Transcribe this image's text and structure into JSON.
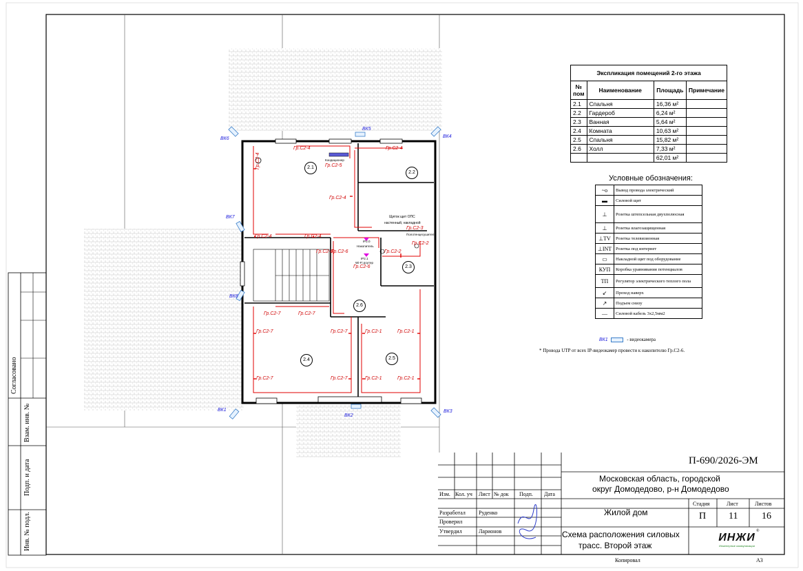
{
  "drawing": {
    "labels": {
      "groups": {
        "g24a": "Гр.С2-4",
        "g24b": "Гр.С2-4",
        "g24c": "Гр.С2-4",
        "g24d": "Гр.С2-4",
        "g24e": "Гр.С2-4",
        "g24f": "Гр.С2-4",
        "g24g": "Гр.С2-4",
        "g25": "Гр.С2-5",
        "g26a": "Гр.С2-6",
        "g26b": "Гр.С2-6",
        "g26c": "Гр.С2-6",
        "g23": "Гр.С2-3",
        "g22a": "Гр.С2-2",
        "g22b": "Гр.С2-2",
        "g27a": "Гр.С2-7",
        "g27b": "Гр.С2-7",
        "g27c": "Гр.С2-7",
        "g27d": "Гр.С2-7",
        "g27e": "Гр.С2-7",
        "g27f": "Гр.С2-7",
        "g21a": "Гр.С2-1",
        "g21b": "Гр.С2-1",
        "g21c": "Гр.С2-1",
        "g21d": "Гр.С2-1"
      },
      "cameras": {
        "bk1": "ВК1",
        "bk2": "ВК2",
        "bk3": "ВК3",
        "bk4": "ВК4",
        "bk5": "ВК5",
        "bk6": "ВК6",
        "bk7": "ВК7",
        "bk8": "ВК8"
      },
      "rooms": {
        "r21": "2.1",
        "r22": "2.2",
        "r23": "2.3",
        "r24": "2.4",
        "r25": "2.5",
        "r26": "2.6"
      },
      "callouts": {
        "panel": "Щиток щит ОПС",
        "panel2": "настенный, накладной",
        "conditioner": "Кондиционер",
        "towel": "Полотенцесушитель",
        "storage": "Накопитель",
        "router": "Wi-Fi роутер",
        "nvr1": "IP2.0",
        "nvr2": "IP2.1"
      }
    }
  },
  "explication": {
    "title": "Экспликация помещений 2-го этажа",
    "headers": {
      "num": "№ пом",
      "name": "Наименование",
      "area": "Площадь",
      "note": "Примечание"
    },
    "rows": [
      {
        "num": "2.1",
        "name": "Спальня",
        "area": "16,36 м²"
      },
      {
        "num": "2.2",
        "name": "Гардероб",
        "area": "6,24 м²"
      },
      {
        "num": "2.3",
        "name": "Ванная",
        "area": "5,64 м²"
      },
      {
        "num": "2.4",
        "name": "Комната",
        "area": "10,63 м²"
      },
      {
        "num": "2.5",
        "name": "Спальня",
        "area": "15,82 м²"
      },
      {
        "num": "2.6",
        "name": "Холл",
        "area": "7,33 м²"
      }
    ],
    "total": "62,01 м²"
  },
  "legend": {
    "title": "Условные обозначения:",
    "items": [
      {
        "symbol": "~o",
        "text": "Вывод провода электрический"
      },
      {
        "symbol": "▬",
        "text": "Силовой щит"
      },
      {
        "symbol": "⊥",
        "text": "Розетка штепсельная двухполюсная"
      },
      {
        "symbol": "⊥",
        "text": "Розетка влагозащищенная"
      },
      {
        "symbol": "⊥TV",
        "text": "Розетка телевизионная"
      },
      {
        "symbol": "⊥INT",
        "text": "Розетка под интернет"
      },
      {
        "symbol": "▭",
        "text": "Накладной щит под оборудование"
      },
      {
        "symbol": "КУП",
        "text": "Коробка уравнивания потенциалов"
      },
      {
        "symbol": "ТП",
        "text": "Регулятор электрического теплого пола"
      },
      {
        "symbol": "↙",
        "text": "Проход наверх"
      },
      {
        "symbol": "↗",
        "text": "Подъем снизу"
      },
      {
        "symbol": "—",
        "text": "Силовой кабель 3х2,5мм2"
      }
    ],
    "camera_label": "ВК1",
    "camera_text": "- видеокамера",
    "note": "* Провода UTP от всех IP-видеокамер провести к накопителю Гр.С2-6."
  },
  "side": {
    "agreed": "Согласовано",
    "vzam": "Взам. инв. №",
    "podp": "Подп. и дата",
    "inv": "Инв. № подл."
  },
  "stamp": {
    "code": "П-690/2026-ЭМ",
    "location": "Московская область, городской округ Домодедово, р-н Домодедово",
    "location_line1": "Московская область, городской",
    "location_line2": "округ Домодедово, р-н Домодедово",
    "object": "Жилой дом",
    "sheet_title_line1": "Схема расположения силовых",
    "sheet_title_line2": "трасс. Второй этаж",
    "cols": {
      "izm": "Изм.",
      "kol": "Кол. уч",
      "list": "Лист",
      "doc": "№ док",
      "podp": "Подп.",
      "date": "Дата"
    },
    "roles": {
      "dev": "Разработал",
      "check": "Проверил",
      "approve": "Утвердил"
    },
    "names": {
      "dev": "Руденко",
      "approve": "Ларионов"
    },
    "stage_h": "Стадия",
    "sheet_h": "Лист",
    "sheets_h": "Листов",
    "stage": "П",
    "sheet": "11",
    "sheets": "16",
    "logo": "ИНЖИ",
    "logo_sub": "Инженерные коммуникации",
    "copied": "Копировал",
    "format": "А3"
  }
}
